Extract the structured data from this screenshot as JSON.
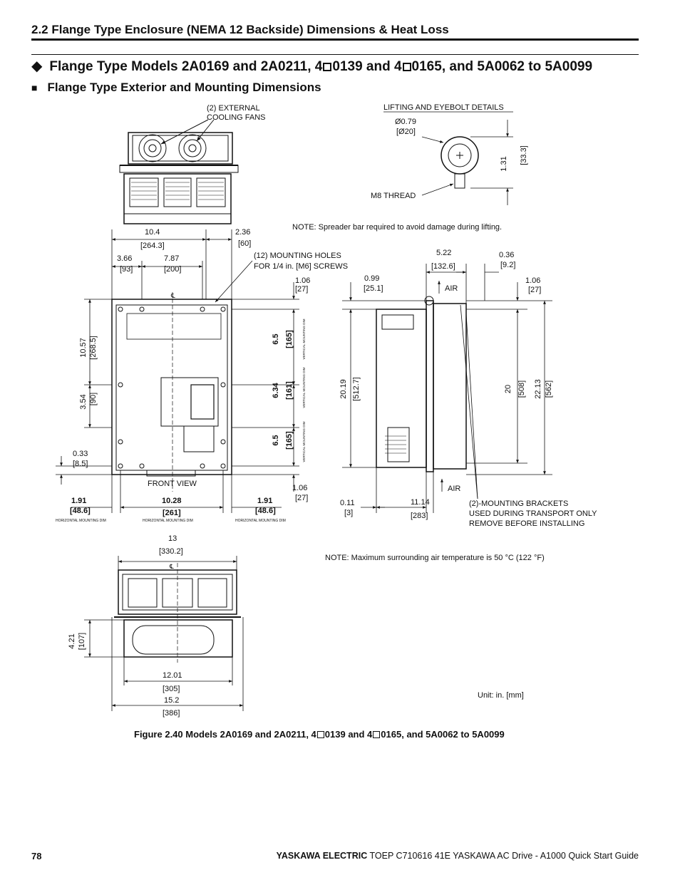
{
  "section": {
    "header": "2.2 Flange Type Enclosure (NEMA 12 Backside) Dimensions & Heat Loss"
  },
  "heading": {
    "part1": "Flange Type Models 2A0169 and 2A0211, 4",
    "part2": "0139 and 4",
    "part3": "0165, and 5A0062 to 5A0099"
  },
  "subheading": "Flange Type Exterior and Mounting Dimensions",
  "labels": {
    "cooling_fans_1": "(2) EXTERNAL",
    "cooling_fans_2": "COOLING FANS",
    "lifting": "LIFTING AND EYEBOLT DETAILS",
    "eyebolt_dia": "Ø0.79",
    "eyebolt_dia_mm": "[Ø20]",
    "eyebolt_h": "1.31",
    "eyebolt_h_mm": "[33.3]",
    "m8_thread": "M8 THREAD",
    "spreader_note": "NOTE: Spreader bar required to avoid damage during lifting.",
    "mounting_holes_1": "(12) MOUNTING HOLES",
    "mounting_holes_2": "FOR 1/4 in. [M6] SCREWS",
    "front_view": "FRONT VIEW",
    "air_top": "AIR",
    "air_bottom": "AIR",
    "brackets_1": "(2)-MOUNTING BRACKETS",
    "brackets_2": "USED DURING TRANSPORT ONLY",
    "brackets_3": "REMOVE BEFORE INSTALLING",
    "temp_note": "NOTE: Maximum surrounding air temperature is 50 °C (122 °F)",
    "unit": "Unit: in. [mm]",
    "horiz_dim": "HORIZONTAL MOUNTING DIM",
    "vert_dim": "VERTICAL MOUNTING DIM",
    "centerline": "℄"
  },
  "dims": {
    "d_10_4": "10.4",
    "d_264_3": "[264.3]",
    "d_2_36": "2.36",
    "d_60": "[60]",
    "d_3_66": "3.66",
    "d_93": "[93]",
    "d_7_87": "7.87",
    "d_200": "[200]",
    "d_1_06a": "1.06",
    "d_27a": "[27]",
    "d_10_57": "10.57",
    "d_268_5": "[268.5]",
    "d_3_54": "3.54",
    "d_90": "[90]",
    "d_0_33": "0.33",
    "d_8_5": "[8.5]",
    "d_6_5a": "6.5",
    "d_165a": "[165]",
    "d_6_34": "6.34",
    "d_161": "[161]",
    "d_6_5b": "6.5",
    "d_165b": "[165]",
    "d_1_06b": "1.06",
    "d_27b": "[27]",
    "d_1_91a": "1.91",
    "d_48_6a": "[48.6]",
    "d_10_28": "10.28",
    "d_261": "[261]",
    "d_1_91b": "1.91",
    "d_48_6b": "[48.6]",
    "d_5_22": "5.22",
    "d_132_6": "[132.6]",
    "d_0_36": "0.36",
    "d_9_2": "[9.2]",
    "d_0_99": "0.99",
    "d_25_1": "[25.1]",
    "d_1_06c": "1.06",
    "d_27c": "[27]",
    "d_20_19": "20.19",
    "d_512_7": "[512.7]",
    "d_20": "20",
    "d_508": "[508]",
    "d_22_13": "22.13",
    "d_562": "[562]",
    "d_0_11": "0.11",
    "d_3": "[3]",
    "d_11_14": "11.14",
    "d_283": "[283]",
    "d_13": "13",
    "d_330_2": "[330.2]",
    "d_4_21": "4.21",
    "d_107": "[107]",
    "d_12_01": "12.01",
    "d_305": "[305]",
    "d_15_2": "15.2",
    "d_386": "[386]"
  },
  "caption": {
    "part1": "Figure 2.40  Models 2A0169 and 2A0211, 4",
    "part2": "0139 and 4",
    "part3": "0165, and 5A0062 to 5A0099"
  },
  "footer": {
    "page": "78",
    "brand": "YASKAWA ELECTRIC",
    "doc": " TOEP C710616 41E YASKAWA AC Drive - A1000 Quick Start Guide"
  }
}
